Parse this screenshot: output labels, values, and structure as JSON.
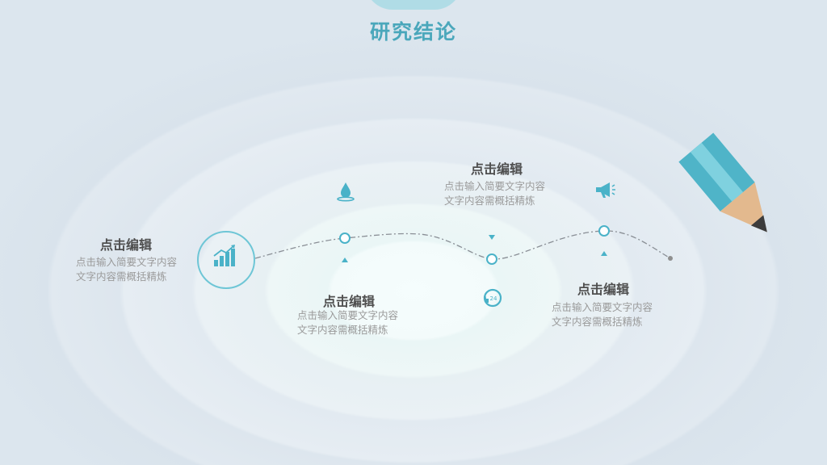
{
  "title": "研究结论",
  "items": [
    {
      "heading": "点击编辑",
      "line1": "点击输入简要文字内容",
      "line2": "文字内容需概括精炼"
    },
    {
      "heading": "点击编辑",
      "line1": "点击输入简要文字内容",
      "line2": "文字内容需概括精炼"
    },
    {
      "heading": "点击编辑",
      "line1": "点击输入简要文字内容",
      "line2": "文字内容需概括精炼"
    },
    {
      "heading": "点击编辑",
      "line1": "点击输入简要文字内容",
      "line2": "文字内容需概括精炼"
    }
  ],
  "colors": {
    "accent": "#4ab2c8",
    "heading": "#4f4f4f",
    "text": "#9a9a9a"
  },
  "icons": [
    "bar-chart-icon",
    "water-drop-icon",
    "phone-24h-icon",
    "megaphone-icon",
    "pencil-icon"
  ]
}
